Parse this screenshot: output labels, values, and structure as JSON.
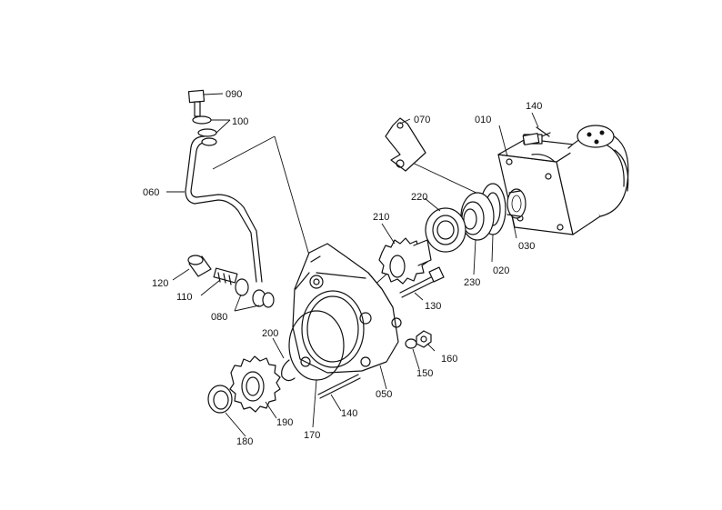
{
  "callouts": [
    {
      "id": "c010",
      "text": "010"
    },
    {
      "id": "c020",
      "text": "020"
    },
    {
      "id": "c030",
      "text": "030"
    },
    {
      "id": "c050",
      "text": "050"
    },
    {
      "id": "c060",
      "text": "060"
    },
    {
      "id": "c070",
      "text": "070"
    },
    {
      "id": "c080",
      "text": "080"
    },
    {
      "id": "c090",
      "text": "090"
    },
    {
      "id": "c100",
      "text": "100"
    },
    {
      "id": "c110",
      "text": "110"
    },
    {
      "id": "c120",
      "text": "120"
    },
    {
      "id": "c130",
      "text": "130"
    },
    {
      "id": "c140a",
      "text": "140"
    },
    {
      "id": "c140b",
      "text": "140"
    },
    {
      "id": "c150",
      "text": "150"
    },
    {
      "id": "c160",
      "text": "160"
    },
    {
      "id": "c170",
      "text": "170"
    },
    {
      "id": "c180",
      "text": "180"
    },
    {
      "id": "c190",
      "text": "190"
    },
    {
      "id": "c200",
      "text": "200"
    },
    {
      "id": "c210",
      "text": "210"
    },
    {
      "id": "c220",
      "text": "220"
    },
    {
      "id": "c230",
      "text": "230"
    }
  ]
}
